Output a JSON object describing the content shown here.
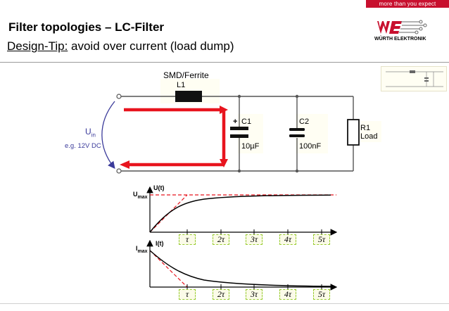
{
  "header": {
    "tagline": "more than you expect",
    "title": "Filter topologies – LC-Filter",
    "subtitle_tip": "Design-Tip:",
    "subtitle_text": " avoid over current (load dump)",
    "brand": "WÜRTH ELEKTRONIK"
  },
  "circuit": {
    "smd_label": "SMD/Ferrite",
    "l1": "L1",
    "c1": "C1",
    "c1_value": "10µF",
    "c2": "C2",
    "c2_value": "100nF",
    "r1": "R1",
    "r1_desc": "Load",
    "plus": "+",
    "uin": "U",
    "uin_sub": "in",
    "uin_note": "e.g. 12V DC"
  },
  "graphs": {
    "voltage_axis": "U(t)",
    "voltage_max": "U",
    "voltage_max_sub": "max",
    "current_axis": "I(t)",
    "current_max": "I",
    "current_max_sub": "max",
    "tau_ticks": [
      "τ",
      "2τ",
      "3τ",
      "4τ",
      "5τ"
    ]
  },
  "colors": {
    "red": "#e8141e",
    "brand_red": "#c8102e",
    "wire": "#555555",
    "tau_box": "#9acd32"
  }
}
